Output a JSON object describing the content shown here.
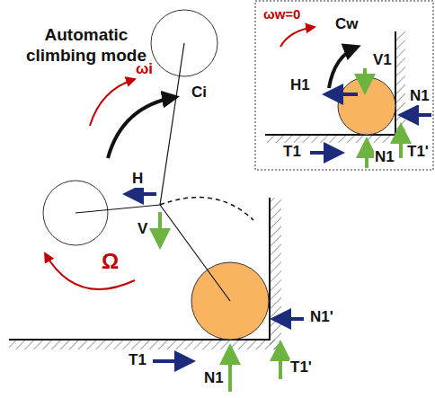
{
  "diagram": {
    "title": "Automatic climbing mode",
    "labels": [
      "ωw=0",
      "Cw",
      "V1",
      "H1",
      "N1",
      "T1'",
      "T1",
      "N1",
      "ωi",
      "Ci",
      "H",
      "V",
      "Ω",
      "T1",
      "N1",
      "N1'",
      "T1'"
    ]
  }
}
